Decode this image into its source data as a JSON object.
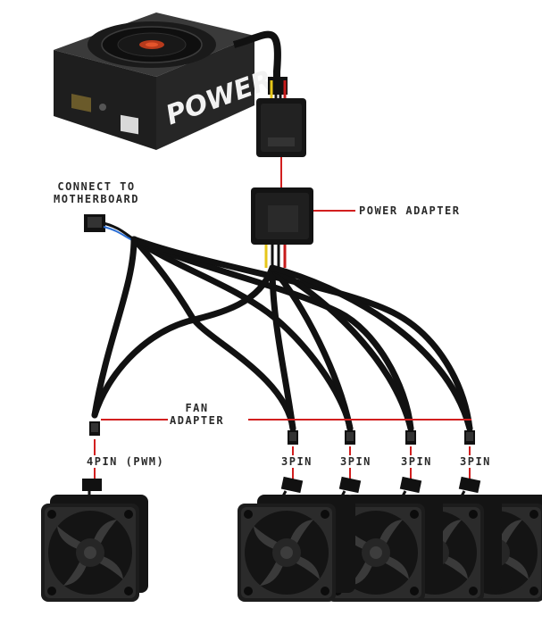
{
  "psu": {
    "brand_text": "POWER"
  },
  "labels": {
    "connect_line1": "CONNECT TO",
    "connect_line2": "MOTHERBOARD",
    "power_adapter": "POWER ADAPTER",
    "fan_adapter_line1": "FAN",
    "fan_adapter_line2": "ADAPTER",
    "pwm_pin": "4PIN (PWM)",
    "pin3": [
      "3PIN",
      "3PIN",
      "3PIN",
      "3PIN"
    ]
  },
  "colors": {
    "leader_line": "#d21f1f",
    "cable": "#111111",
    "fan_body": "#1c1c1c",
    "psu_body": "#1e1e1e",
    "molex_wire_yellow": "#e6c619",
    "molex_wire_red": "#c61b1b",
    "fan_wire_blue": "#2b6fd6"
  },
  "icons": [
    "psu-icon",
    "molex-connector-icon",
    "fan-icon",
    "fan-connector-icon"
  ]
}
